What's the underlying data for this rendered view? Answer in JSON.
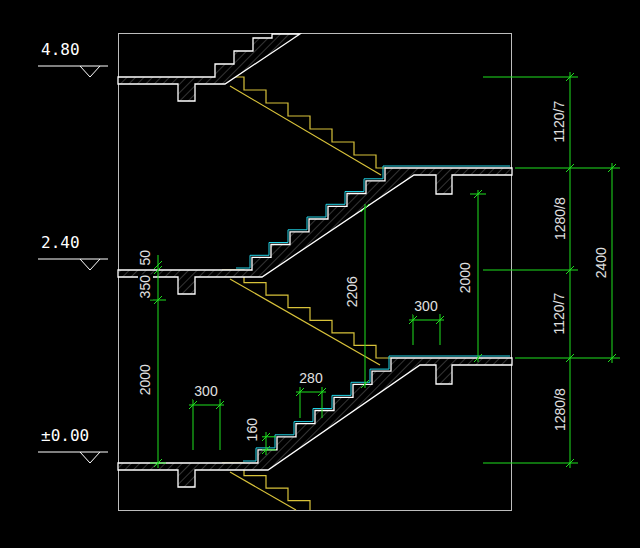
{
  "diagram": {
    "labels": [
      "4.80",
      "1120/7",
      "1280/8",
      "2400",
      "2.40",
      "50",
      "350",
      "2206",
      "2000",
      "300",
      "1120/7",
      "2000",
      "300",
      "280",
      "160",
      "1280/8",
      "±0.00"
    ]
  }
}
